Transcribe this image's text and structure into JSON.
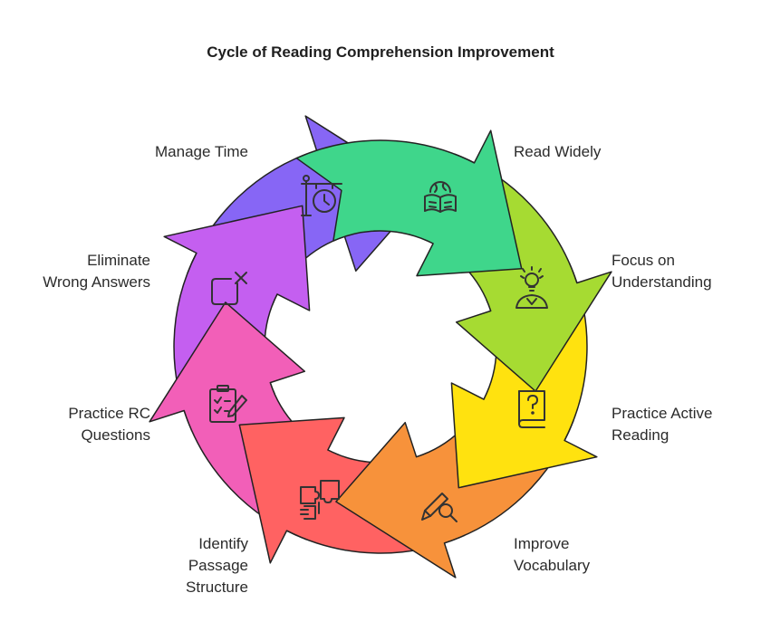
{
  "title": "Cycle of Reading Comprehension Improvement",
  "steps": [
    {
      "label": [
        "Read Widely"
      ],
      "color": "#3fd68b",
      "icon": "open-book-globe-icon"
    },
    {
      "label": [
        "Focus on",
        "Understanding"
      ],
      "color": "#a6db32",
      "icon": "lightbulb-person-icon"
    },
    {
      "label": [
        "Practice Active",
        "Reading"
      ],
      "color": "#ffe20f",
      "icon": "question-book-icon"
    },
    {
      "label": [
        "Improve",
        "Vocabulary"
      ],
      "color": "#f7923b",
      "icon": "pencil-magnifier-icon"
    },
    {
      "label": [
        "Identify",
        "Passage",
        "Structure"
      ],
      "color": "#ff6262",
      "icon": "puzzle-pieces-icon"
    },
    {
      "label": [
        "Practice RC",
        "Questions"
      ],
      "color": "#f25fb8",
      "icon": "clipboard-checklist-icon"
    },
    {
      "label": [
        "Eliminate",
        "Wrong Answers"
      ],
      "color": "#c45ff0",
      "icon": "eliminate-box-icon"
    },
    {
      "label": [
        "Manage Time"
      ],
      "color": "#8766f5",
      "icon": "stopwatch-sign-icon"
    }
  ]
}
